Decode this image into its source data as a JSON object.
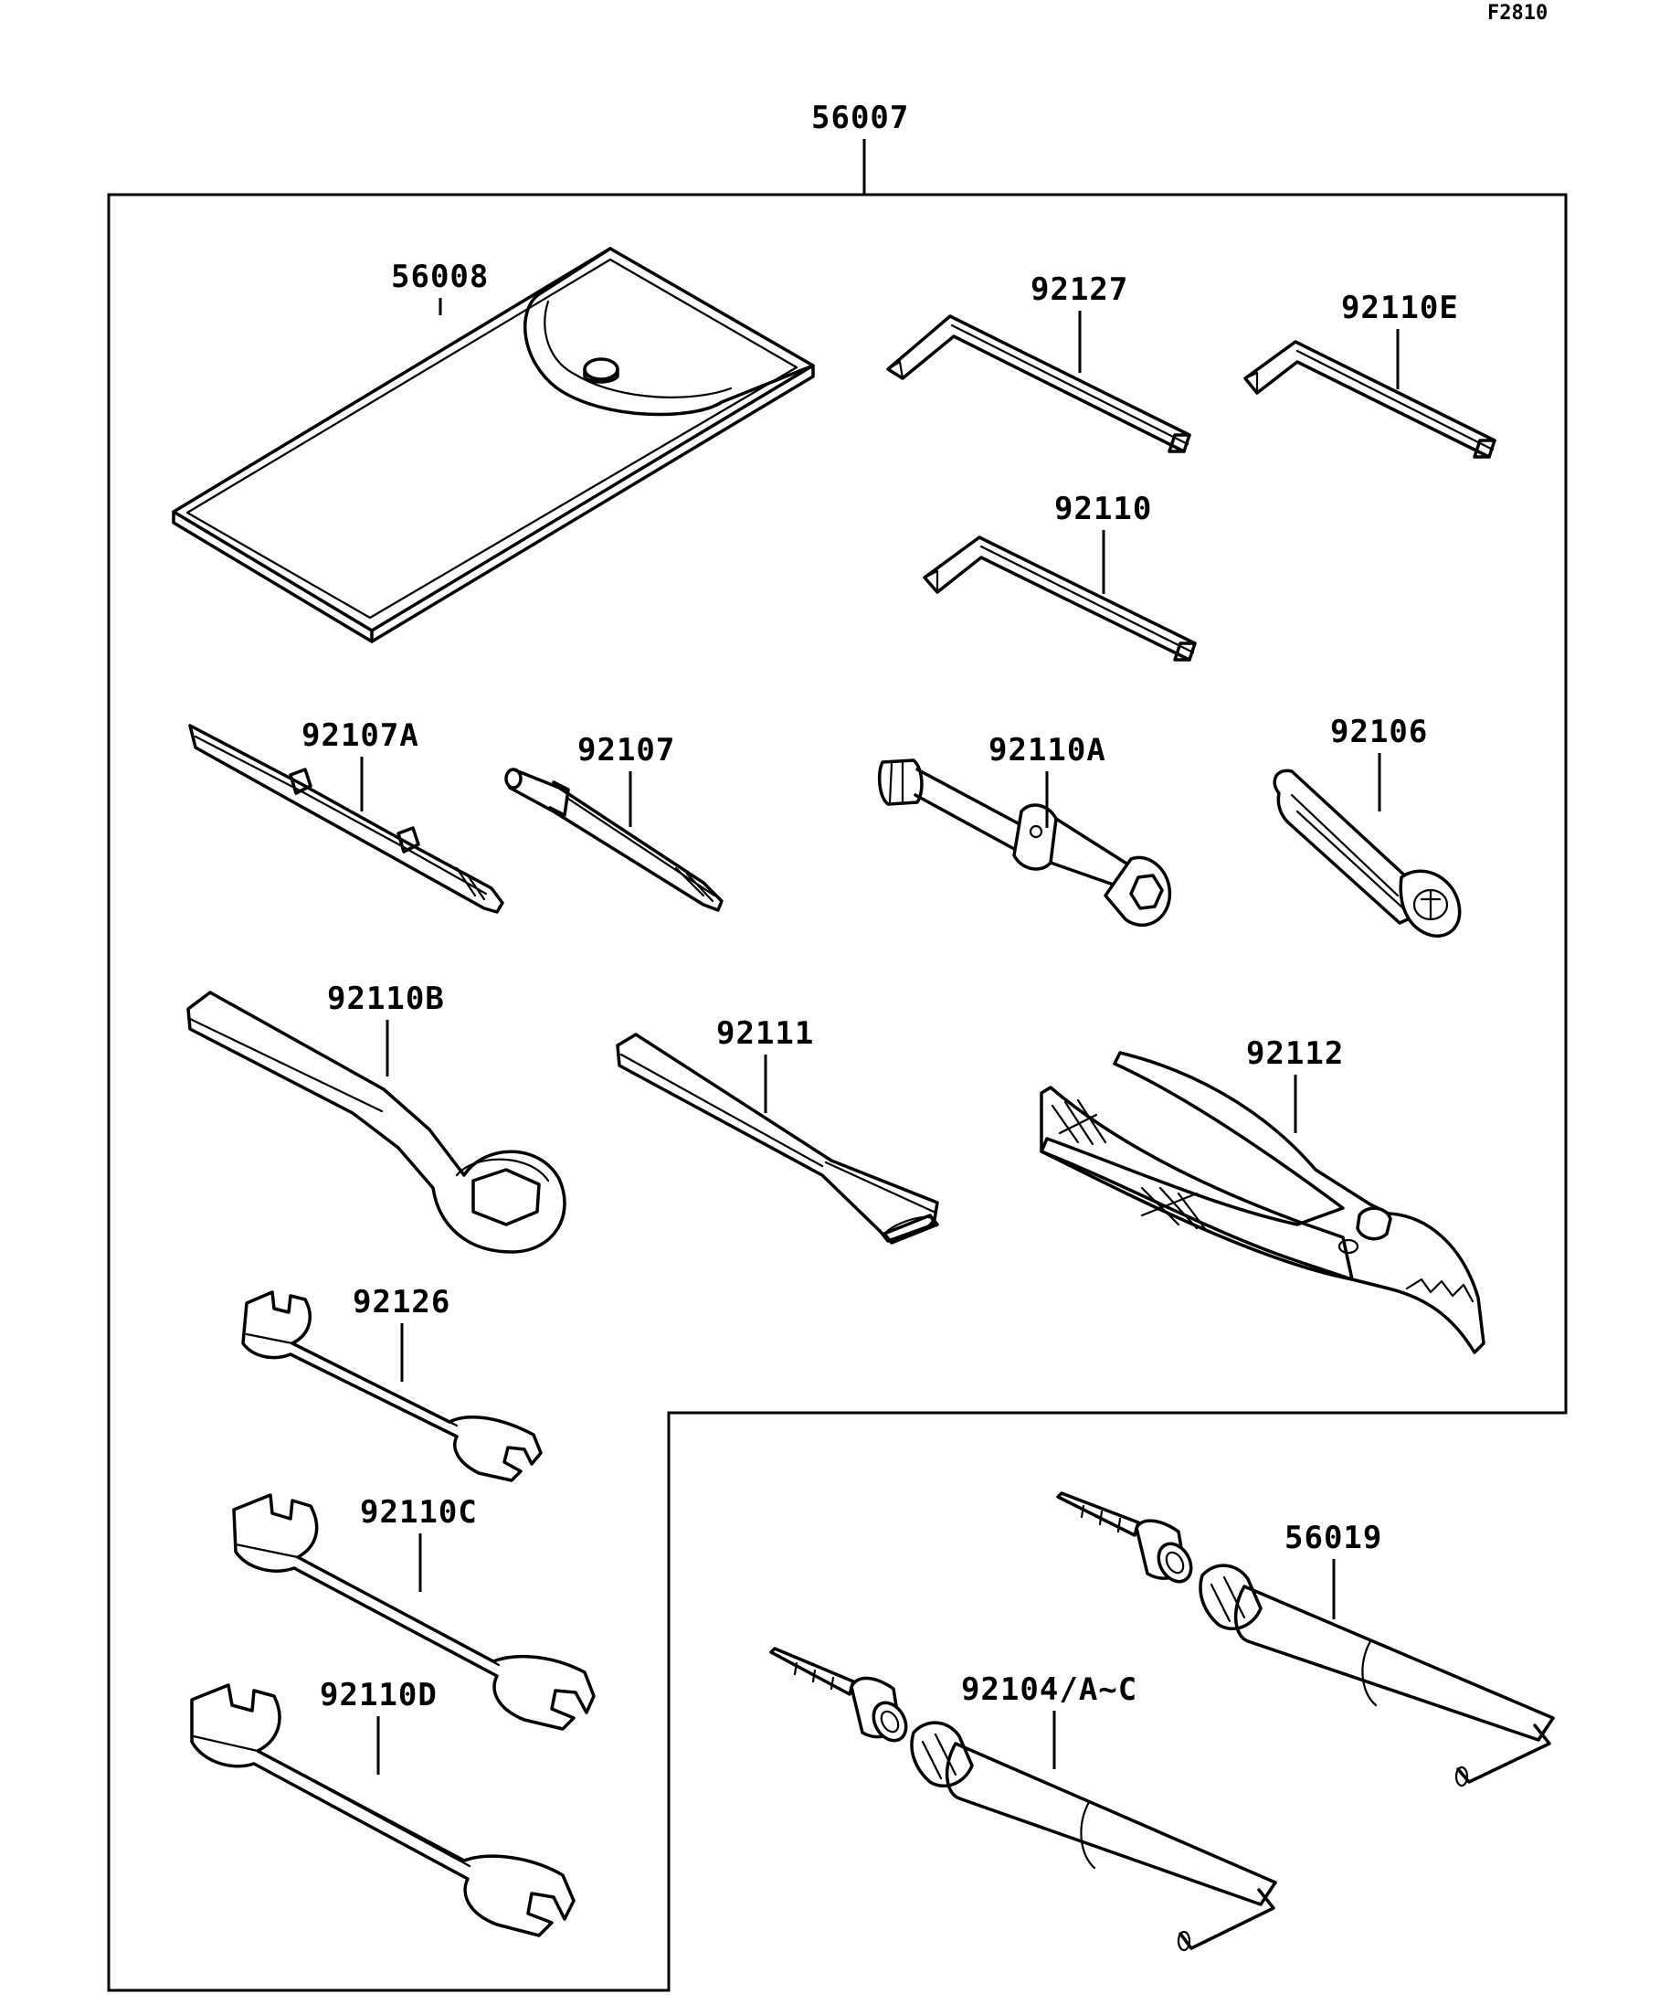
{
  "figure_code": "F2810",
  "assembly_label": "56007",
  "parts": [
    {
      "id": "56008",
      "name": "bag-pouch"
    },
    {
      "id": "92127",
      "name": "hex-key-large"
    },
    {
      "id": "92110E",
      "name": "hex-key-right"
    },
    {
      "id": "92110",
      "name": "hex-key-middle"
    },
    {
      "id": "92107A",
      "name": "screwdriver-bit-double"
    },
    {
      "id": "92107",
      "name": "screwdriver-bit-phillips"
    },
    {
      "id": "92110A",
      "name": "spark-plug-socket"
    },
    {
      "id": "92106",
      "name": "screwdriver-handle"
    },
    {
      "id": "92110B",
      "name": "box-wrench"
    },
    {
      "id": "92111",
      "name": "extension-bar"
    },
    {
      "id": "92112",
      "name": "pliers"
    },
    {
      "id": "92126",
      "name": "open-wrench-small"
    },
    {
      "id": "92110C",
      "name": "open-wrench-medium"
    },
    {
      "id": "92110D",
      "name": "open-wrench-large"
    },
    {
      "id": "56019",
      "name": "grease-tube-upper"
    },
    {
      "id": "92104/A~C",
      "name": "grease-tube-lower"
    }
  ]
}
